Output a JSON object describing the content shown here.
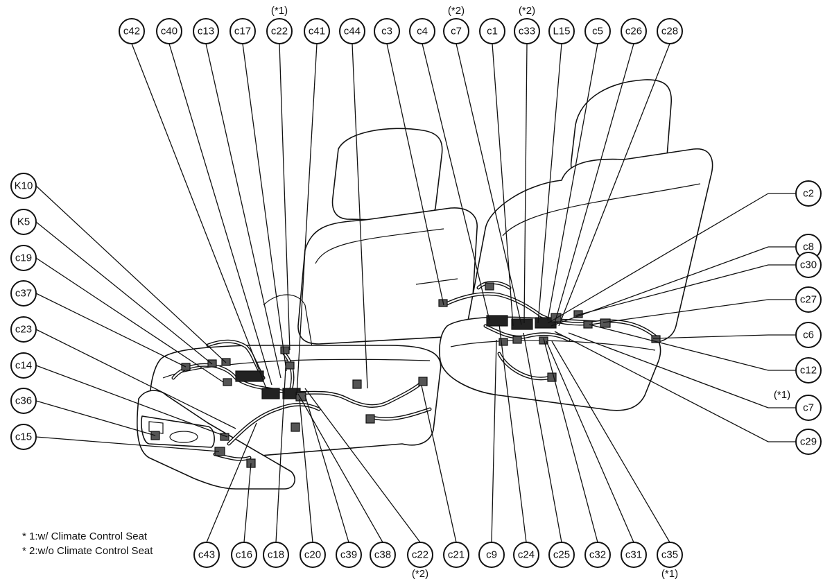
{
  "top_callouts": [
    {
      "id": "c42",
      "note": ""
    },
    {
      "id": "c40",
      "note": ""
    },
    {
      "id": "c13",
      "note": ""
    },
    {
      "id": "c17",
      "note": ""
    },
    {
      "id": "c22",
      "note": "(*1)"
    },
    {
      "id": "c41",
      "note": ""
    },
    {
      "id": "c44",
      "note": ""
    },
    {
      "id": "c3",
      "note": ""
    },
    {
      "id": "c4",
      "note": ""
    },
    {
      "id": "c7",
      "note": "(*2)"
    },
    {
      "id": "c1",
      "note": ""
    },
    {
      "id": "c33",
      "note": "(*2)"
    },
    {
      "id": "L15",
      "note": ""
    },
    {
      "id": "c5",
      "note": ""
    },
    {
      "id": "c26",
      "note": ""
    },
    {
      "id": "c28",
      "note": ""
    }
  ],
  "bottom_callouts": [
    {
      "id": "c43",
      "note": ""
    },
    {
      "id": "c16",
      "note": ""
    },
    {
      "id": "c18",
      "note": ""
    },
    {
      "id": "c20",
      "note": ""
    },
    {
      "id": "c39",
      "note": ""
    },
    {
      "id": "c38",
      "note": ""
    },
    {
      "id": "c22",
      "note": "(*2)"
    },
    {
      "id": "c21",
      "note": ""
    },
    {
      "id": "c9",
      "note": ""
    },
    {
      "id": "c24",
      "note": ""
    },
    {
      "id": "c25",
      "note": ""
    },
    {
      "id": "c32",
      "note": ""
    },
    {
      "id": "c31",
      "note": ""
    },
    {
      "id": "c35",
      "note": "(*1)"
    }
  ],
  "left_callouts": [
    {
      "id": "K10"
    },
    {
      "id": "K5"
    },
    {
      "id": "c19"
    },
    {
      "id": "c37"
    },
    {
      "id": "c23"
    },
    {
      "id": "c14"
    },
    {
      "id": "c36"
    },
    {
      "id": "c15"
    }
  ],
  "right_callouts": [
    {
      "id": "c2",
      "note": ""
    },
    {
      "id": "c8",
      "note": ""
    },
    {
      "id": "c30",
      "note": ""
    },
    {
      "id": "c27",
      "note": ""
    },
    {
      "id": "c6",
      "note": ""
    },
    {
      "id": "c12",
      "note": ""
    },
    {
      "id": "c7",
      "note": "(*1)"
    },
    {
      "id": "c29",
      "note": ""
    }
  ],
  "legend": [
    "* 1:w/ Climate Control Seat",
    "* 2:w/o Climate Control Seat"
  ]
}
